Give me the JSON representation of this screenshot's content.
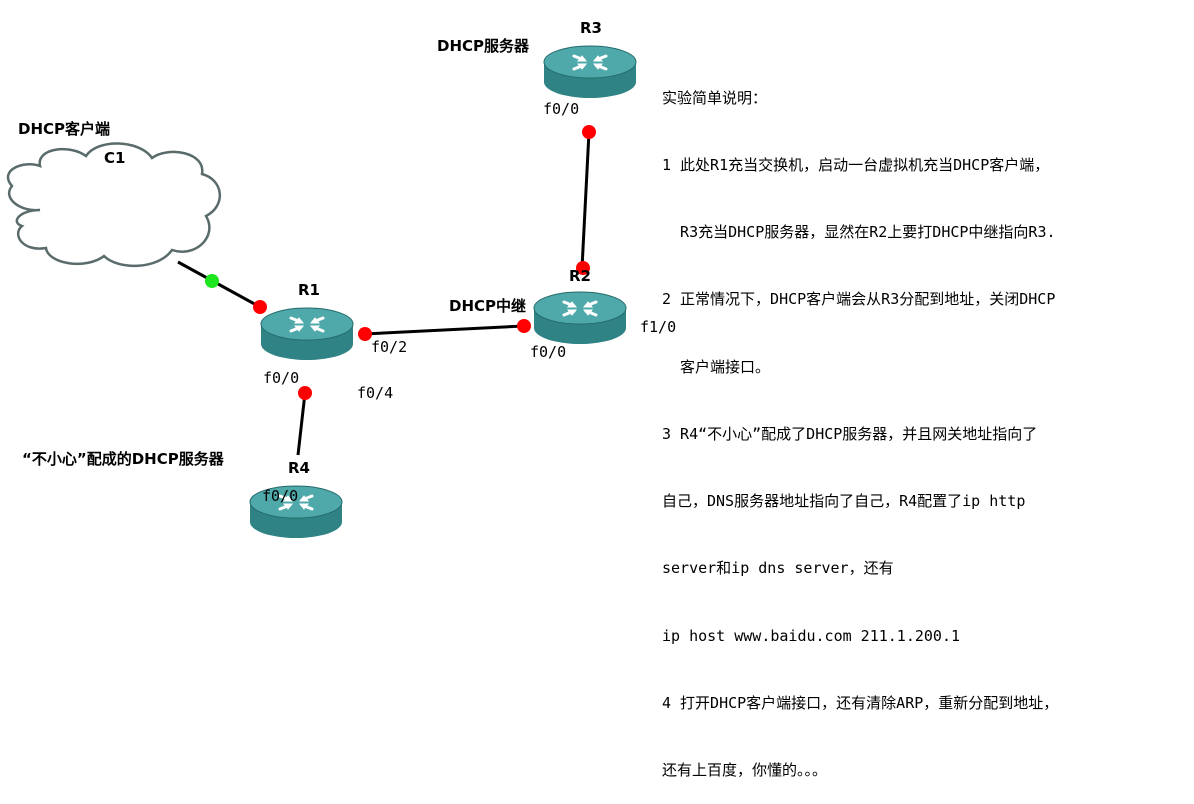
{
  "colors": {
    "router_body": "#2f8384",
    "router_top": "#4fa9aa",
    "link": "#000000",
    "port_down": "#ff0000",
    "port_up": "#1ee61e",
    "cloud_stroke": "#5a6b6b"
  },
  "nodes": {
    "r1": {
      "name": "R1",
      "icon": "router-icon"
    },
    "r2": {
      "name": "R2",
      "icon": "router-icon",
      "role": "DHCP中继"
    },
    "r3": {
      "name": "R3",
      "icon": "router-icon",
      "role": "DHCP服务器"
    },
    "r4": {
      "name": "R4",
      "icon": "router-icon",
      "role": "“不小心”配成的DHCP服务器"
    },
    "c1": {
      "name": "C1",
      "icon": "cloud-icon",
      "role": "DHCP客户端"
    }
  },
  "ports": {
    "r3_f00": "f0/0",
    "r2_f10": "f1/0",
    "r2_f00": "f0/0",
    "r1_f02": "f0/2",
    "r1_f00": "f0/0",
    "r1_f04": "f0/4",
    "r4_f00": "f0/0"
  },
  "links": [
    {
      "from": "C1",
      "to": "R1",
      "state": "up"
    },
    {
      "from": "R1",
      "to": "R2",
      "state": "down"
    },
    {
      "from": "R2",
      "to": "R3",
      "state": "down"
    },
    {
      "from": "R1",
      "to": "R4",
      "state": "down"
    }
  ],
  "notes": {
    "title": "实验简单说明：",
    "lines": [
      "1 此处R1充当交换机，启动一台虚拟机充当DHCP客户端，",
      "  R3充当DHCP服务器，显然在R2上要打DHCP中继指向R3.",
      "2 正常情况下，DHCP客户端会从R3分配到地址，关闭DHCP",
      "  客户端接口。",
      "3 R4“不小心”配成了DHCP服务器，并且网关地址指向了",
      "自己，DNS服务器地址指向了自己，R4配置了ip http",
      "server和ip dns server，还有",
      "ip host www.baidu.com 211.1.200.1",
      "4 打开DHCP客户端接口，还有清除ARP，重新分配到地址，",
      "还有上百度，你懂的。。。"
    ]
  }
}
